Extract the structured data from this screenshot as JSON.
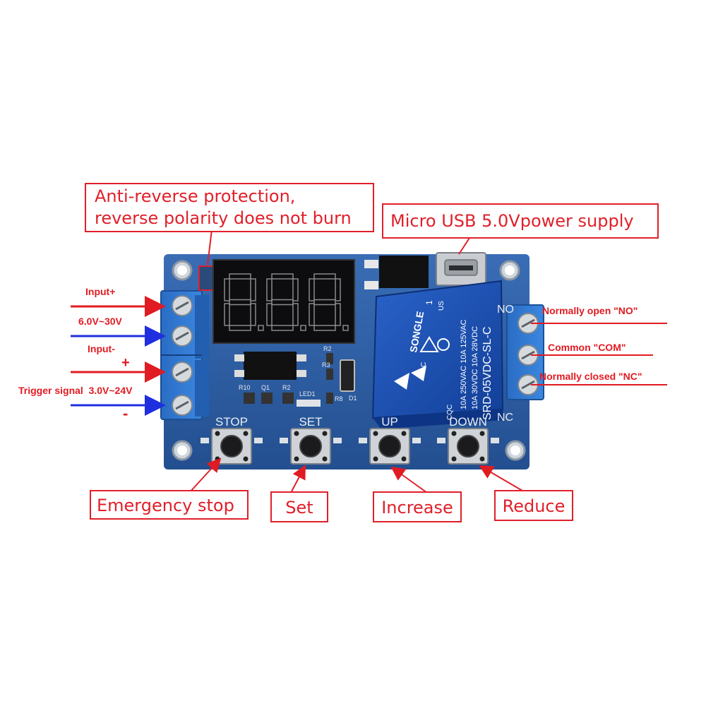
{
  "callouts": {
    "anti_reverse_line1": "Anti-reverse protection,",
    "anti_reverse_line2": "reverse polarity does not burn",
    "usb": "Micro USB 5.0Vpower supply",
    "emergency_stop": "Emergency stop",
    "set": "Set",
    "increase": "Increase",
    "reduce": "Reduce"
  },
  "left_labels": {
    "input_plus": "Input+",
    "voltage_range": "6.0V~30V",
    "input_minus": "Input-",
    "plus_sign": "+",
    "trigger": "Trigger signal  3.0V~24V",
    "minus_sign": "-"
  },
  "right_labels": {
    "no": "Normally open \"NO\"",
    "com": "Common \"COM\"",
    "nc": "Normally closed \"NC\""
  },
  "board": {
    "display": "8.8.8.",
    "buttons": [
      "STOP",
      "SET",
      "UP",
      "DOWN"
    ],
    "components": [
      "R10",
      "Q1",
      "R2",
      "LED1",
      "R8",
      "D1",
      "R2",
      "R3"
    ],
    "relay": {
      "brand": "SONGLE",
      "model": "SRD-05VDC-SL-C",
      "rating_line1": "10A 250VAC  10A 125VAC",
      "rating_line2": "10A 30VDC  10A 28VDC",
      "cqc": "CQC",
      "pin": "1",
      "us": "US",
      "c": "C"
    },
    "terminal_marks": {
      "no": "NO",
      "nc": "NC"
    }
  },
  "colors": {
    "pcb": "#2f5fa3",
    "terminal": "#2c72c8",
    "relay": "#1a4fb0",
    "arrow_red": "#e11b22",
    "arrow_blue": "#1f2fe0",
    "callout": "#e0202a"
  }
}
